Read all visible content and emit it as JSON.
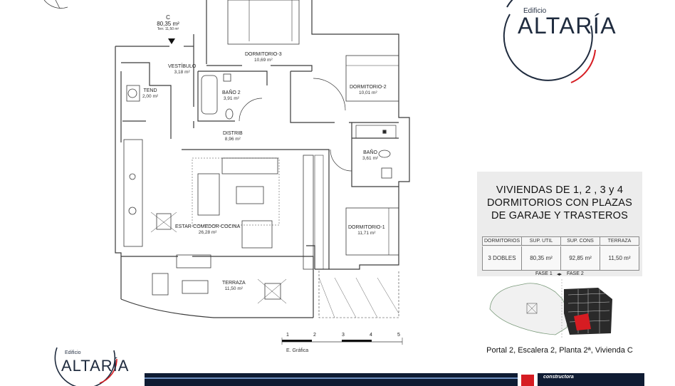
{
  "brand": {
    "prefix": "Edificio",
    "name": "ALTARÍA",
    "colors": {
      "navy": "#1f2b3e",
      "red": "#d61c22"
    }
  },
  "unit": {
    "code": "C",
    "area": "80,35 m²",
    "terrace": "Terr. 11,50 m²"
  },
  "rooms": {
    "vestibulo": {
      "name": "VESTÍBULO",
      "area": "3,18 m²"
    },
    "tend": {
      "name": "TEND",
      "area": "2,00 m²"
    },
    "dormitorio3": {
      "name": "DORMITORIO-3",
      "area": "10,69 m²"
    },
    "bano2": {
      "name": "BAÑO 2",
      "area": "3,91 m²"
    },
    "dormitorio2": {
      "name": "DORMITORIO-2",
      "area": "10,01 m²"
    },
    "distrib": {
      "name": "DISTRIB",
      "area": "8,96 m²"
    },
    "bano": {
      "name": "BAÑO",
      "area": "3,61 m²"
    },
    "estar": {
      "name": "ESTAR-COMEDOR-COCINA",
      "area": "26,28 m²"
    },
    "dormitorio1": {
      "name": "DORMITORIO-1",
      "area": "11,71 m²"
    },
    "terraza": {
      "name": "TERRAZA",
      "area": "11,50 m²"
    }
  },
  "scale": {
    "ticks": [
      "1",
      "2",
      "3",
      "4",
      "5"
    ],
    "caption": "E. Gráfica"
  },
  "panel": {
    "title_lines": [
      "VIVIENDAS DE 1, 2 , 3 y 4",
      "DORMITORIOS CON PLAZAS",
      "DE GARAJE Y TRASTEROS"
    ],
    "table": {
      "headers": [
        "DORMITORIOS",
        "SUP. UTIL",
        "SUP. CONS",
        "TERRAZA"
      ],
      "values": [
        "3 DOBLES",
        "80,35 m²",
        "92,85 m²",
        "11,50 m²"
      ]
    },
    "fase1": "FASE 1",
    "fase2": "FASE 2",
    "location": "Portal 2, Escalera 2, Planta 2ª, Vivienda C"
  },
  "footer": {
    "company": "constructora"
  }
}
